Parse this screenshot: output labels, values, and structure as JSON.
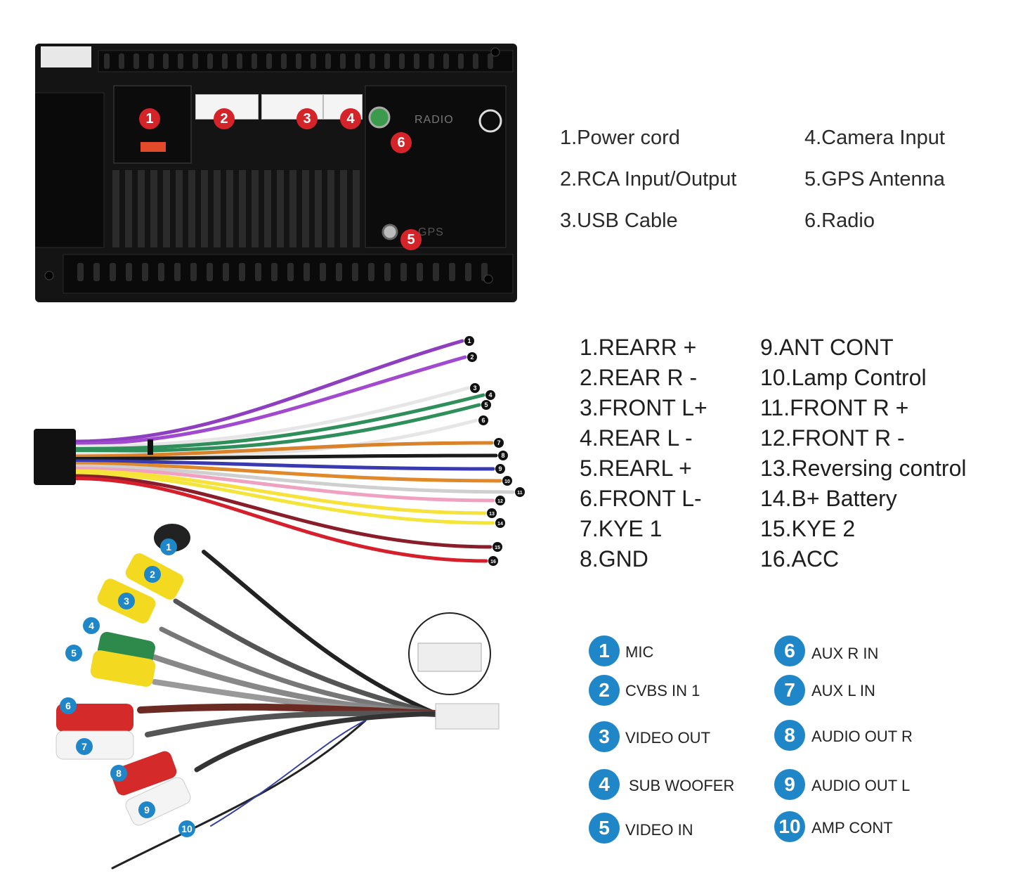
{
  "unit": {
    "markers": [
      "1",
      "2",
      "3",
      "4",
      "5",
      "6"
    ],
    "radio_label": "RADIO",
    "gps_label": "GPS"
  },
  "ports": {
    "left": [
      "1.Power cord",
      "2.RCA Input/Output",
      "3.USB Cable"
    ],
    "right": [
      "4.Camera Input",
      "5.GPS Antenna",
      "6.Radio"
    ]
  },
  "harness": {
    "markers": [
      "1",
      "2",
      "3",
      "4",
      "5",
      "6",
      "7",
      "8",
      "9",
      "10",
      "11",
      "12",
      "13",
      "14",
      "15",
      "16"
    ],
    "colors": [
      "#8e3fc0",
      "#a14ad0",
      "#ffffff",
      "#2f8f5a",
      "#2f8f5a",
      "#ffffff",
      "#d9822b",
      "#1b1b1b",
      "#3a3ab0",
      "#e0882a",
      "#cfcfcf",
      "#f0a0c0",
      "#f7e23a",
      "#f3e53a",
      "#8a1d2a",
      "#d61f2b"
    ],
    "left": [
      "1.REARR +",
      "2.REAR R -",
      "3.FRONT L+",
      "4.REAR L -",
      "5.REARL +",
      "6.FRONT L-",
      "7.KYE 1",
      "8.GND"
    ],
    "right": [
      "9.ANT CONT",
      "10.Lamp Control",
      "11.FRONT R +",
      "12.FRONT R -",
      "13.Reversing control",
      "14.B+ Battery",
      "15.KYE 2",
      "16.ACC"
    ]
  },
  "rca": {
    "markers": [
      "1",
      "2",
      "3",
      "4",
      "5",
      "6",
      "7",
      "8",
      "9",
      "10"
    ],
    "legend_left": [
      {
        "num": "1",
        "label": "MIC"
      },
      {
        "num": "2",
        "label": "CVBS IN 1"
      },
      {
        "num": "3",
        "label": "VIDEO OUT"
      },
      {
        "num": "4",
        "label": "SUB WOOFER"
      },
      {
        "num": "5",
        "label": "VIDEO IN"
      }
    ],
    "legend_right": [
      {
        "num": "6",
        "label": "AUX R IN"
      },
      {
        "num": "7",
        "label": "AUX L IN"
      },
      {
        "num": "8",
        "label": "AUDIO OUT R"
      },
      {
        "num": "9",
        "label": "AUDIO OUT L"
      },
      {
        "num": "10",
        "label": "AMP CONT"
      }
    ]
  }
}
